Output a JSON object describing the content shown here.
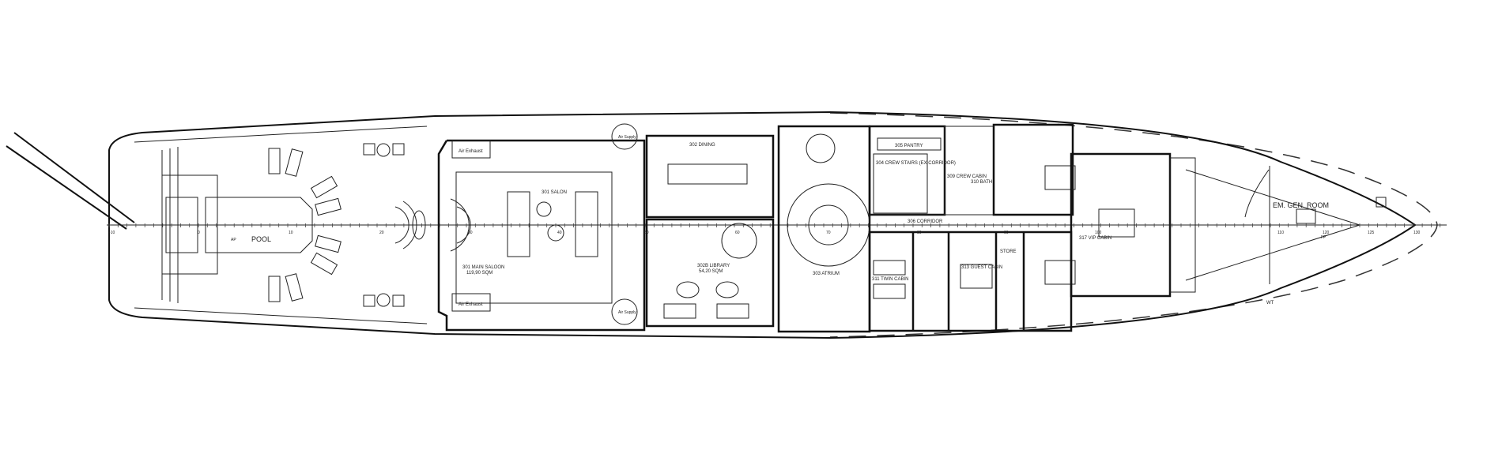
{
  "drawing": {
    "title": "Yacht deck general arrangement plan",
    "spaces": {
      "pool": "POOL",
      "air_exhaust_port": "Air Exhaust",
      "air_exhaust_stbd": "Air Exhaust",
      "air_supply_port": "Air Supply",
      "air_supply_stbd": "Air Supply",
      "main_saloon": "301 MAIN SALOON",
      "main_saloon_area": "119,90 SQM",
      "saloon": "301 SALON",
      "dining": "302 DINING",
      "library": "302B LIBRARY",
      "library_area": "54,20 SQM",
      "atrium": "303 ATRIUM",
      "pantry": "305 PANTRY",
      "crew_stairs": "304 CREW STAIRS (EX CORRIDOR)",
      "crew_cabin": "309 CREW CABIN",
      "bath_310": "310 BATH",
      "corridor": "306 CORRIDOR",
      "twin_cabin": "311 TWIN CABIN",
      "guest_cabin": "313 GUEST CABIN",
      "store": "STORE",
      "vip_cabin": "317 VIP CABIN",
      "em_gen_room": "EM. GEN. ROOM",
      "wt": "WT",
      "fp": "FP",
      "ap": "AP"
    },
    "frame_labels": [
      "-10",
      "0",
      "10",
      "20",
      "30",
      "40",
      "50",
      "60",
      "70",
      "80",
      "90",
      "100",
      "110",
      "120",
      "125",
      "130"
    ]
  }
}
